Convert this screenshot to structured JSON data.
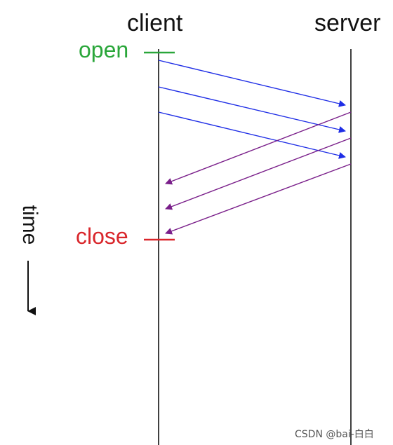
{
  "diagram": {
    "client_label": "client",
    "server_label": "server",
    "open_label": "open",
    "close_label": "close",
    "time_label": "time",
    "colors": {
      "request_arrow": "#1f2ee6",
      "response_arrow": "#7a1f8a",
      "open": "#2aa63a",
      "close": "#d9262b",
      "lines": "#111111"
    }
  },
  "watermark": "CSDN @bai-白白"
}
